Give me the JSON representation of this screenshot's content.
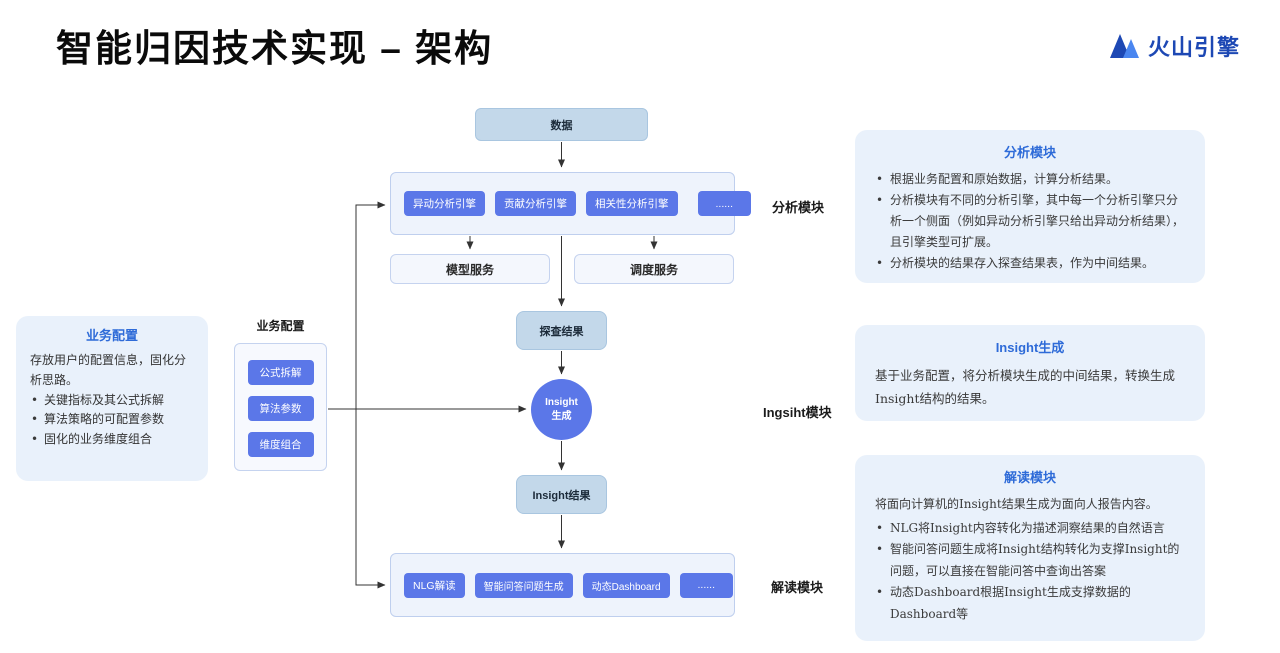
{
  "slide": {
    "title": "智能归因技术实现 – 架构",
    "logo_text": "火山引擎"
  },
  "colors": {
    "accent_blue": "#5b77e8",
    "node_blue": "#c3d8ea",
    "panel_bg": "#e9f1fb",
    "panel_title_blue": "#2e6bd8",
    "logo_blue": "#1d48b4"
  },
  "flow": {
    "data_node": "数据",
    "analysis_engines": [
      "异动分析引擎",
      "贡献分析引擎",
      "相关性分析引擎",
      "......"
    ],
    "model_service": "模型服务",
    "dispatch_service": "调度服务",
    "explore_result": "探查结果",
    "insight_circle": {
      "line1": "Insight",
      "line2": "生成"
    },
    "insight_result": "Insight结果",
    "interpret_items": [
      "NLG解读",
      "智能问答问题生成",
      "动态Dashboard",
      "......"
    ],
    "config_label": "业务配置",
    "config_items": [
      "公式拆解",
      "算法参数",
      "维度组合"
    ],
    "side_labels": {
      "analysis": "分析模块",
      "insight": "Ingsiht模块",
      "interpret": "解读模块"
    }
  },
  "left_panel": {
    "title": "业务配置",
    "intro": "存放用户的配置信息，固化分析思路。",
    "bullets": [
      "关键指标及其公式拆解",
      "算法策略的可配置参数",
      "固化的业务维度组合"
    ]
  },
  "panels": {
    "analysis": {
      "title": "分析模块",
      "bullets": [
        "根据业务配置和原始数据，计算分析结果。",
        "分析模块有不同的分析引擎，其中每一个分析引擎只分析一个侧面（例如异动分析引擎只给出异动分析结果），且引擎类型可扩展。",
        "分析模块的结果存入探查结果表，作为中间结果。"
      ]
    },
    "insight": {
      "title": "Insight生成",
      "body": "基于业务配置，将分析模块生成的中间结果，转换生成Insight结构的结果。"
    },
    "interpret": {
      "title": "解读模块",
      "intro": "将面向计算机的Insight结果生成为面向人报告内容。",
      "bullets": [
        "NLG将Insight内容转化为描述洞察结果的自然语言",
        "智能问答问题生成将Insight结构转化为支撑Insight的问题，可以直接在智能问答中查询出答案",
        "动态Dashboard根据Insight生成支撑数据的Dashboard等"
      ]
    }
  }
}
